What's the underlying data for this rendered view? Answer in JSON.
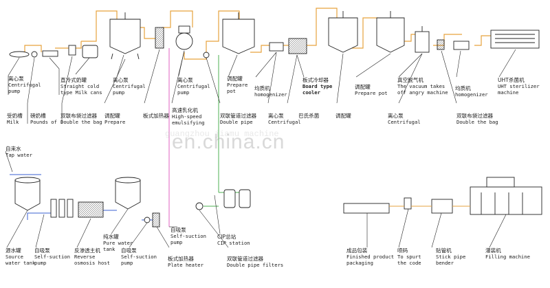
{
  "colors": {
    "milk_pipe": "#e6a23c",
    "cip_pipe": "#4caf50",
    "pink_pipe": "#e060c0",
    "water_pipe": "#3a5fd0",
    "line": "#222222"
  },
  "watermark": "en.china.cn",
  "watermark_sub": "guangzhou jiamu machine",
  "labels_top": [
    {
      "key": "centrifugal_1",
      "cn": "离心泵",
      "en": [
        "Centrifugal",
        "pump"
      ],
      "bold": false
    },
    {
      "key": "straight_cold",
      "cn": "直冷式奶罐",
      "en": [
        "Straight cold",
        "type Milk cans"
      ],
      "bold": false
    },
    {
      "key": "centrifugal_2",
      "cn": "离心泵",
      "en": [
        "Centrifugal",
        "pump"
      ],
      "bold": false
    },
    {
      "key": "centrifugal_3",
      "cn": "离心泵",
      "en": [
        "Centrifugal",
        "pump"
      ],
      "bold": false
    },
    {
      "key": "prepare_pot_1",
      "cn": "调配罐",
      "en": [
        "Prepare",
        "pot"
      ],
      "bold": false
    },
    {
      "key": "homogenizer_1",
      "cn": "均质机",
      "en": [
        "homogenizer"
      ],
      "bold": false
    },
    {
      "key": "board_cooler",
      "cn": "板式冷却器",
      "en": [
        "Board type",
        "cooler"
      ],
      "bold": true
    },
    {
      "key": "prepare_pot_2",
      "cn": "调配罐",
      "en": [
        "Prepare pot"
      ],
      "bold": false
    },
    {
      "key": "vacuum",
      "cn": "真空脱气机",
      "en": [
        "The vacuum takes",
        "off angry machine"
      ],
      "bold": false
    },
    {
      "key": "homogenizer_2",
      "cn": "均质机",
      "en": [
        "homogenizer"
      ],
      "bold": false
    },
    {
      "key": "uht",
      "cn": "UHT杀菌机",
      "en": [
        "UHT sterilizer",
        "machine"
      ],
      "bold": false
    }
  ],
  "labels_mid": [
    {
      "key": "receive",
      "cn": "受奶槽",
      "en": [
        "Milk"
      ]
    },
    {
      "key": "weigh",
      "cn": "磅奶槽",
      "en": [
        "Pounds of"
      ]
    },
    {
      "key": "double_bag_1",
      "cn": "双联布袋过滤器",
      "en": [
        "Double the bag"
      ]
    },
    {
      "key": "prepare_mid",
      "cn": "调配罐",
      "en": [
        "Prepare"
      ]
    },
    {
      "key": "plate_heater_1",
      "cn": "板式加热器",
      "en": []
    },
    {
      "key": "emulsify",
      "cn": "高速乳化机",
      "en": [
        "High-speed",
        "emulsifying"
      ]
    },
    {
      "key": "double_pipe",
      "cn": "双联管道过滤器",
      "en": [
        "Double pipe"
      ]
    },
    {
      "key": "centrifugal_4",
      "cn": "离心泵",
      "en": [
        "Centrifugal"
      ]
    },
    {
      "key": "pasteur",
      "cn": "巴氏杀菌",
      "en": []
    },
    {
      "key": "blend",
      "cn": "调配罐",
      "en": []
    },
    {
      "key": "centrifugal_5",
      "cn": "离心泵",
      "en": [
        "Centrifugal"
      ]
    },
    {
      "key": "double_bag_2",
      "cn": "双联布袋过滤器",
      "en": [
        "Double the bag"
      ]
    }
  ],
  "labels_bottom": [
    {
      "key": "tap_water",
      "cn": "自来水",
      "en": [
        "Tap water"
      ]
    },
    {
      "key": "source_tank",
      "cn": "源水罐",
      "en": [
        "Source",
        "water tank"
      ]
    },
    {
      "key": "self_suction_1",
      "cn": "自吸泵",
      "en": [
        "Self-suction",
        "pump"
      ]
    },
    {
      "key": "reverse_osmosis",
      "cn": "反渗透主机",
      "en": [
        "Reverse",
        "osmosis host"
      ]
    },
    {
      "key": "pure_water",
      "cn": "纯水罐",
      "en": [
        "Pure water",
        "tank"
      ]
    },
    {
      "key": "self_suction_2",
      "cn": "自吸泵",
      "en": [
        "Self-suction",
        "pump"
      ]
    },
    {
      "key": "plate_heater_2",
      "cn": "板式加热器",
      "en": [
        "Plate heater"
      ]
    },
    {
      "key": "self_suction_3",
      "cn": "自吸泵",
      "en": [
        "Self-suction",
        "pump"
      ]
    },
    {
      "key": "cip_station",
      "cn": "CIP总站",
      "en": [
        "CIP station"
      ]
    },
    {
      "key": "double_pipe_filters",
      "cn": "双联管道过滤器",
      "en": [
        "Double pipe filters"
      ]
    },
    {
      "key": "finished",
      "cn": "成品包装",
      "en": [
        "Finished product",
        "packaging"
      ]
    },
    {
      "key": "spurt",
      "cn": "喷码",
      "en": [
        "To spurt",
        "the code"
      ]
    },
    {
      "key": "stick_pipe",
      "cn": "贴管机",
      "en": [
        "Stick pipe",
        "bender"
      ]
    },
    {
      "key": "filling",
      "cn": "灌装机",
      "en": [
        "Filling machine"
      ]
    }
  ]
}
